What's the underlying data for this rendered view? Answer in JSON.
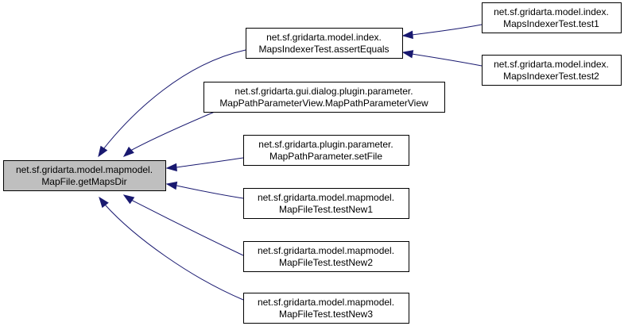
{
  "diagram": {
    "type": "call-graph",
    "colors": {
      "edge": "#191970",
      "root_fill": "#bfbfbf",
      "node_fill": "#ffffff",
      "border": "#000000"
    },
    "nodes": [
      {
        "id": "root",
        "line1": "net.sf.gridarta.model.mapmodel.",
        "line2": "MapFile.getMapsDir",
        "highlighted": true
      },
      {
        "id": "assertEquals",
        "line1": "net.sf.gridarta.model.index.",
        "line2": "MapsIndexerTest.assertEquals",
        "highlighted": false
      },
      {
        "id": "mapPathParameterView",
        "line1": "net.sf.gridarta.gui.dialog.plugin.parameter.",
        "line2": "MapPathParameterView.MapPathParameterView",
        "highlighted": false
      },
      {
        "id": "setFile",
        "line1": "net.sf.gridarta.plugin.parameter.",
        "line2": "MapPathParameter.setFile",
        "highlighted": false
      },
      {
        "id": "testNew1",
        "line1": "net.sf.gridarta.model.mapmodel.",
        "line2": "MapFileTest.testNew1",
        "highlighted": false
      },
      {
        "id": "testNew2",
        "line1": "net.sf.gridarta.model.mapmodel.",
        "line2": "MapFileTest.testNew2",
        "highlighted": false
      },
      {
        "id": "testNew3",
        "line1": "net.sf.gridarta.model.mapmodel.",
        "line2": "MapFileTest.testNew3",
        "highlighted": false
      },
      {
        "id": "test1",
        "line1": "net.sf.gridarta.model.index.",
        "line2": "MapsIndexerTest.test1",
        "highlighted": false
      },
      {
        "id": "test2",
        "line1": "net.sf.gridarta.model.index.",
        "line2": "MapsIndexerTest.test2",
        "highlighted": false
      }
    ],
    "edges": [
      {
        "from": "assertEquals",
        "to": "root"
      },
      {
        "from": "mapPathParameterView",
        "to": "root"
      },
      {
        "from": "setFile",
        "to": "root"
      },
      {
        "from": "testNew1",
        "to": "root"
      },
      {
        "from": "testNew2",
        "to": "root"
      },
      {
        "from": "testNew3",
        "to": "root"
      },
      {
        "from": "test1",
        "to": "assertEquals"
      },
      {
        "from": "test2",
        "to": "assertEquals"
      }
    ]
  }
}
